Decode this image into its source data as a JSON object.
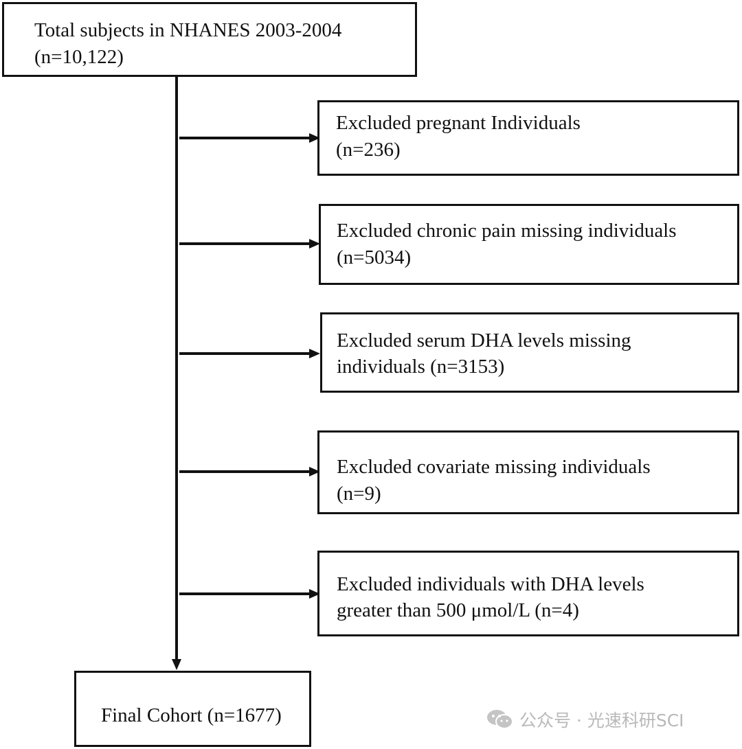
{
  "flow": {
    "top_box": {
      "line1": "Total subjects in NHANES 2003-2004",
      "line2": "(n=10,122)"
    },
    "exclusions": [
      {
        "line1": "Excluded  pregnant Individuals",
        "line2": "(n=236)"
      },
      {
        "line1": "Excluded chronic pain missing individuals",
        "line2": "(n=5034)"
      },
      {
        "line1": "Excluded serum DHA levels  missing",
        "line2": "individuals (n=3153)"
      },
      {
        "line1": "Excluded covariate missing individuals",
        "line2": "(n=9)"
      },
      {
        "line1": "Excluded individuals with DHA levels",
        "line2": "greater than 500 μmol/L (n=4)"
      }
    ],
    "final_box": {
      "label": "Final Cohort (n=1677)"
    }
  },
  "watermark": {
    "icon": "wechat-icon",
    "text": "公众号 · 光速科研SCI"
  }
}
